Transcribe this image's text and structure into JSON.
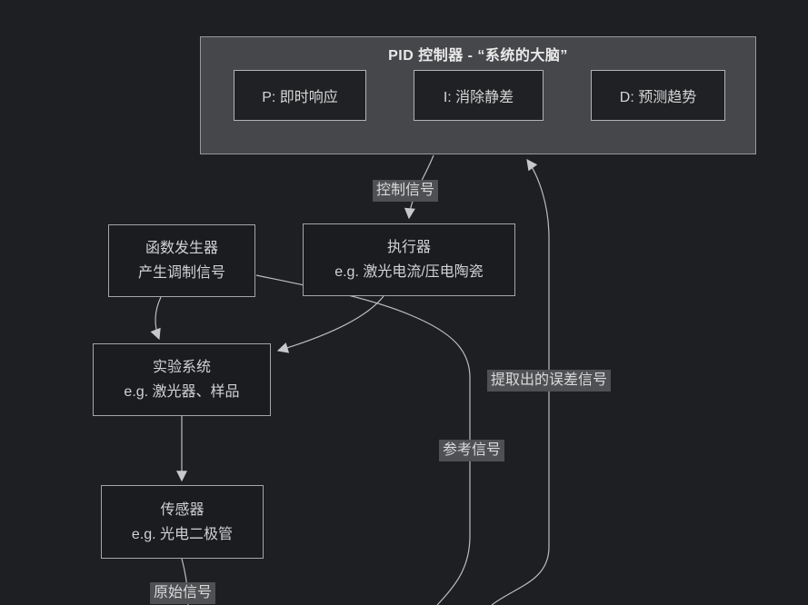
{
  "pid": {
    "title": "PID 控制器 - “系统的大脑”",
    "children": [
      {
        "label": "P: 即时响应"
      },
      {
        "label": "I: 消除静差"
      },
      {
        "label": "D: 预测趋势"
      }
    ]
  },
  "nodes": {
    "actuator": {
      "line1": "执行器",
      "line2": "e.g. 激光电流/压电陶瓷"
    },
    "funcgen": {
      "line1": "函数发生器",
      "line2": "产生调制信号"
    },
    "system": {
      "line1": "实验系统",
      "line2": "e.g. 激光器、样品"
    },
    "sensor": {
      "line1": "传感器",
      "line2": "e.g. 光电二极管"
    }
  },
  "edge_labels": {
    "control": "控制信号",
    "error": "提取出的误差信号",
    "reference": "参考信号",
    "raw": "原始信号"
  },
  "colors": {
    "background": "#1d1f23",
    "container_fill": "#46474a",
    "container_border": "#97979a",
    "node_fill": "#1a1c20",
    "node_border": "#a5a5a8",
    "edge_stroke": "#bdbdbf",
    "label_bg": "#4e5053",
    "text": "#d6d6d6"
  }
}
